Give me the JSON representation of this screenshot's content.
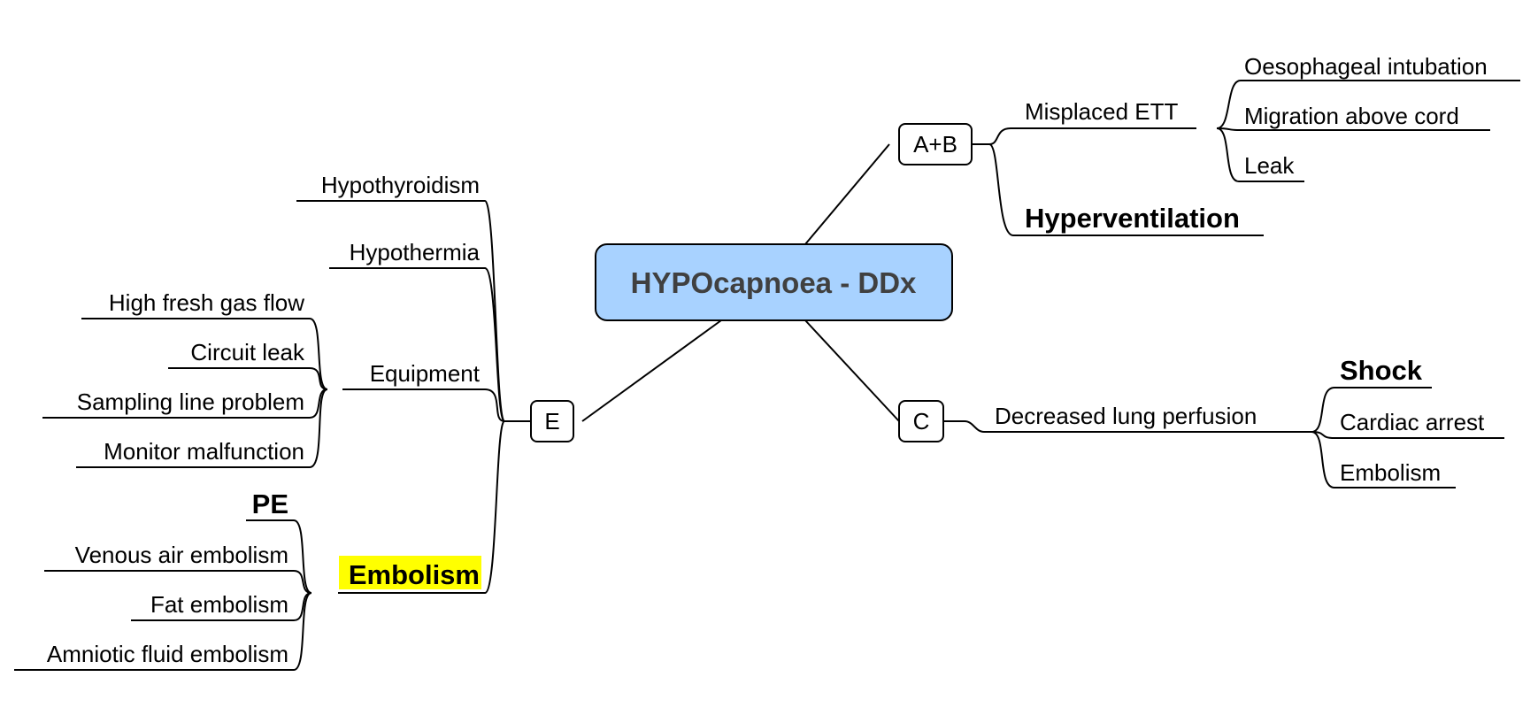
{
  "colors": {
    "center_fill": "#a8d2ff",
    "highlight": "#ffff00",
    "line": "#000000",
    "center_text": "#404040"
  },
  "center": {
    "label": "HYPOcapnoea - DDx"
  },
  "groups": {
    "ab": {
      "label": "A+B",
      "misplaced_ett": {
        "label": "Misplaced ETT",
        "children": [
          "Oesophageal intubation",
          "Migration above cord",
          "Leak"
        ]
      },
      "hyperventilation": {
        "label": "Hyperventilation"
      }
    },
    "c": {
      "label": "C",
      "decreased_perfusion": {
        "label": "Decreased lung perfusion",
        "children": [
          "Shock",
          "Cardiac arrest",
          "Embolism"
        ]
      }
    },
    "e": {
      "label": "E",
      "hypothyroidism": {
        "label": "Hypothyroidism"
      },
      "hypothermia": {
        "label": "Hypothermia"
      },
      "equipment": {
        "label": "Equipment",
        "children": [
          "High fresh gas flow",
          "Circuit leak",
          "Sampling line problem",
          "Monitor malfunction"
        ]
      },
      "embolism": {
        "label": "Embolism",
        "children": [
          "PE",
          "Venous air embolism",
          "Fat embolism",
          "Amniotic fluid embolism"
        ]
      }
    }
  }
}
